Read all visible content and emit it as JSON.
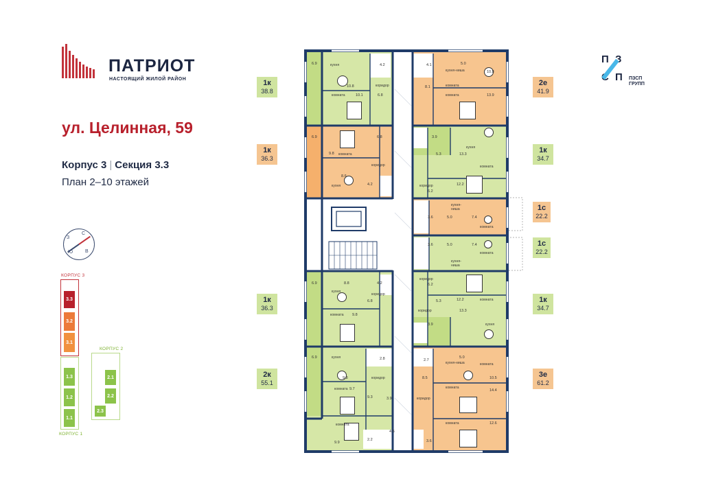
{
  "brand": {
    "name": "ПАТРИОТ",
    "tagline": "НАСТОЯЩИЙ ЖИЛОЙ РАЙОН",
    "accent_color": "#c2323a",
    "navy_color": "#1f3b68"
  },
  "developer": {
    "letters": [
      "П",
      "З",
      "С",
      "П"
    ],
    "name_line1": "ПЗСП",
    "name_line2": "ГРУПП"
  },
  "header": {
    "address": "ул. Целинная, 59",
    "building": "Корпус 3",
    "section": "Секция 3.3",
    "floors": "План 2–10 этажей"
  },
  "compass": {
    "n": "С",
    "s": "Ю",
    "e": "В",
    "w": "З"
  },
  "site_map": {
    "korpus3_label": "КОРПУС 3",
    "korpus2_label": "КОРПУС 2",
    "korpus1_label": "КОРПУС 1",
    "k3": [
      "3.3",
      "3.2",
      "3.1"
    ],
    "k1": [
      "1.3",
      "1.2",
      "1.1"
    ],
    "k2": [
      "2.1",
      "2.2",
      "2.3"
    ],
    "colors": {
      "active": "#b8202c",
      "k3_mid": "#ec7a3a",
      "k3_low": "#f1913f",
      "green": "#8cc34a"
    }
  },
  "tags": {
    "left": [
      {
        "type": "1к",
        "area": "38.8"
      },
      {
        "type": "1к",
        "area": "36.3"
      },
      {
        "type": "1к",
        "area": "36.3"
      },
      {
        "type": "2к",
        "area": "55.1"
      }
    ],
    "right": [
      {
        "type": "2е",
        "area": "41.9"
      },
      {
        "type": "1к",
        "area": "34.7"
      },
      {
        "type": "1с",
        "area": "22.2"
      },
      {
        "type": "1с",
        "area": "22.2"
      },
      {
        "type": "1к",
        "area": "34.7"
      },
      {
        "type": "3е",
        "area": "61.2"
      }
    ]
  },
  "rooms": {
    "kitchen": "кухня",
    "room": "комната",
    "corridor": "коридор",
    "kitchen_niche": "кухня-ниша",
    "kitchen_niche_2a": "кухня-",
    "kitchen_niche_2b": "ниша",
    "numbers": {
      "a1": "6.9",
      "a2": "4.2",
      "a3": "10.8",
      "a4": "10.1",
      "a5": "6.8",
      "b1": "4.1",
      "b2": "5.0",
      "b3": "10.8",
      "b4": "8.1",
      "b5": "13.9",
      "c1": "6.9",
      "c2": "6.8",
      "c3": "9.8",
      "c4": "8.6",
      "c5": "4.2",
      "d1": "3.9",
      "d2": "13.3",
      "d3": "5.3",
      "d4": "12.2",
      "d5": "6.2",
      "e1": "3.6",
      "e2": "5.0",
      "e3": "7.4",
      "f1": "3.6",
      "f2": "5.0",
      "f3": "7.4",
      "g1": "6.9",
      "g2": "8.8",
      "g3": "4.2",
      "g4": "6.8",
      "g5": "9.8",
      "h1": "6.2",
      "h2": "12.2",
      "h3": "5.3",
      "h4": "13.3",
      "h5": "3.9",
      "i1": "6.9",
      "i2": "2.8",
      "i3": "9.8",
      "i4": "9.7",
      "i5": "9.3",
      "i6": "3.9",
      "i7": "9.9",
      "i8": "2.2",
      "i9": "4.5",
      "j1": "2.7",
      "j2": "5.0",
      "j3": "8.5",
      "j4": "10.5",
      "j5": "14.4",
      "j6": "12.6",
      "j7": "3.6"
    }
  }
}
